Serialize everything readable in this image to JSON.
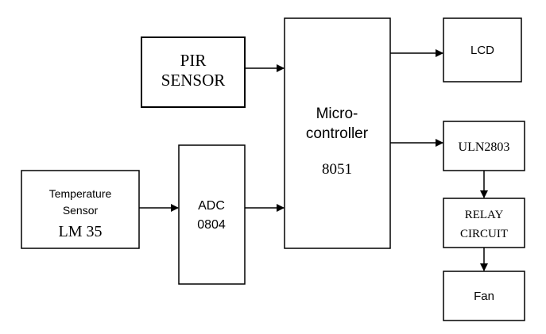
{
  "blocks": {
    "pir": {
      "line1": "PIR",
      "line2": "SENSOR"
    },
    "temp": {
      "line1": "Temperature",
      "line2": "Sensor",
      "line3": "LM 35"
    },
    "adc": {
      "line1": "ADC",
      "line2": "0804"
    },
    "mcu": {
      "line1": "Micro-",
      "line2": "controller",
      "line3": "8051"
    },
    "lcd": {
      "label": "LCD"
    },
    "uln": {
      "label": "ULN2803"
    },
    "relay": {
      "line1": "RELAY",
      "line2": "CIRCUIT"
    },
    "fan": {
      "label": "Fan"
    }
  },
  "colors": {
    "stroke": "#000000",
    "background": "#ffffff"
  }
}
